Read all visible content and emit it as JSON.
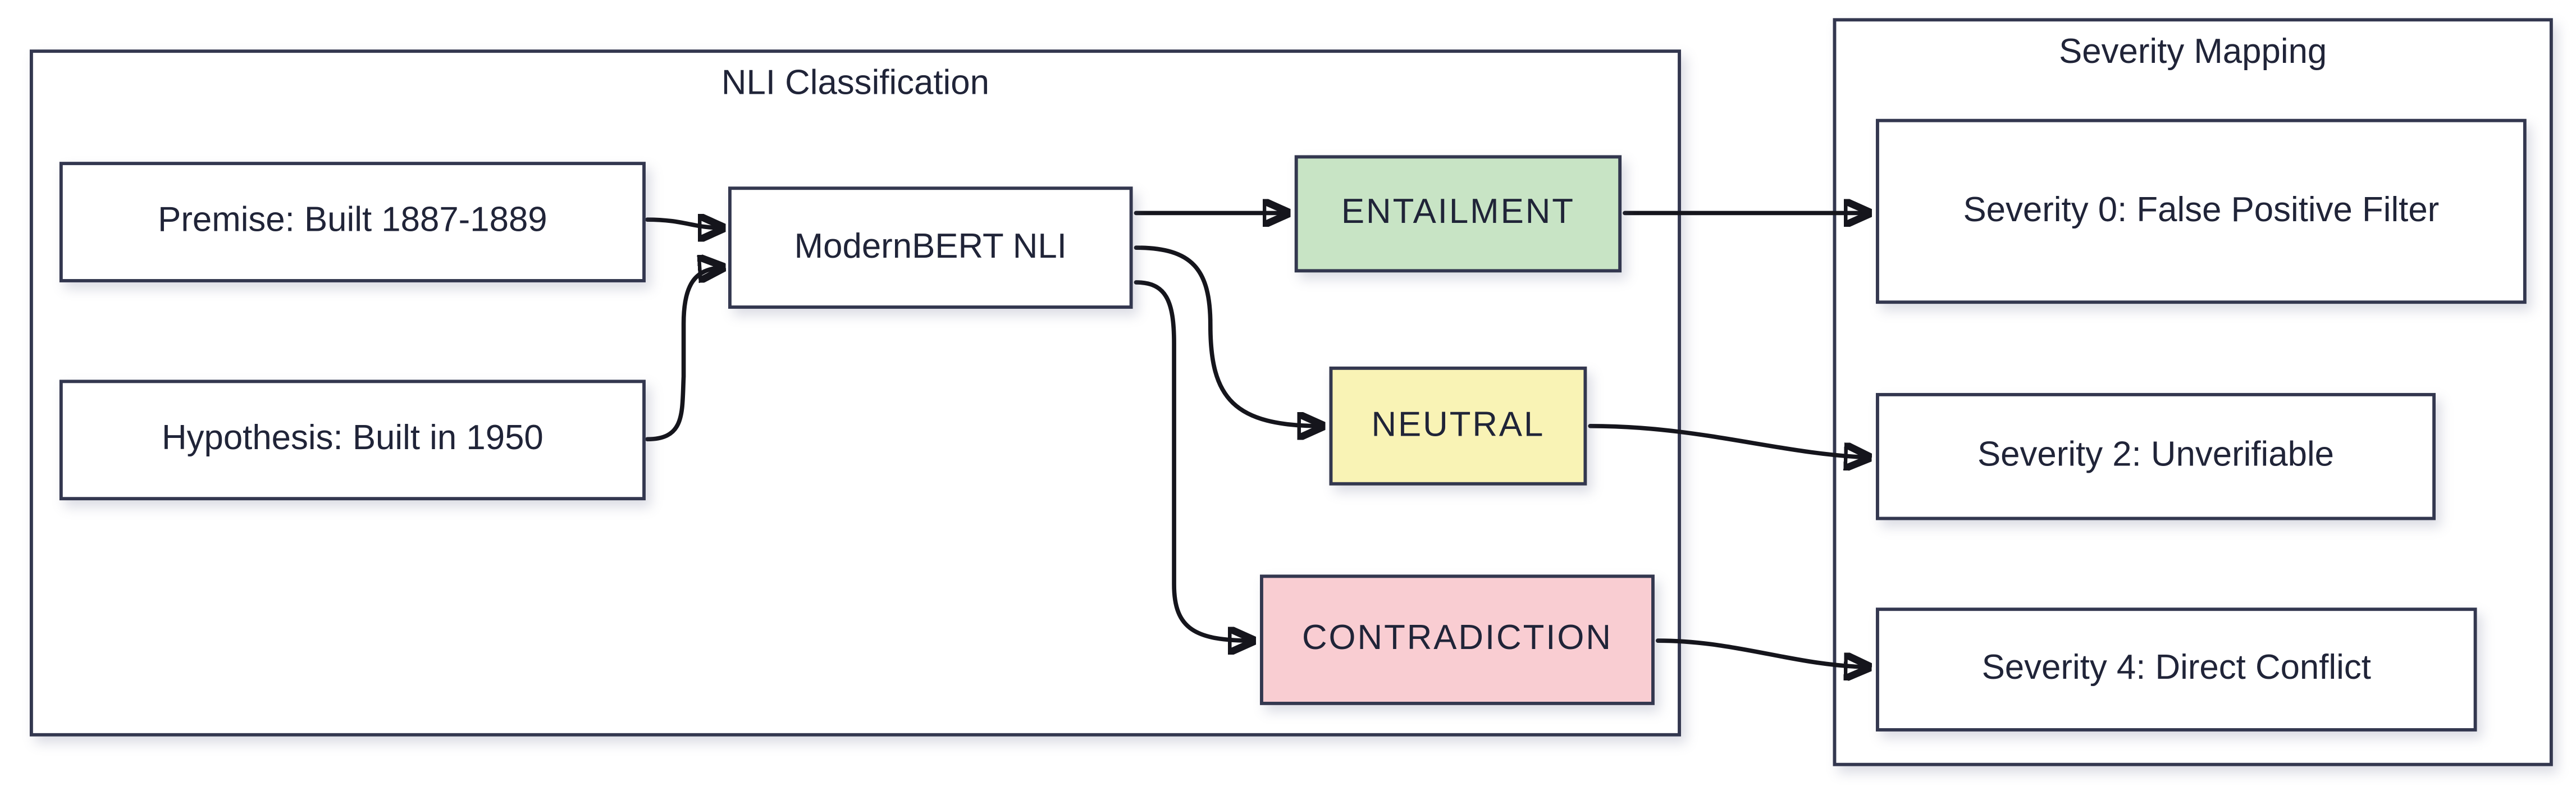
{
  "diagram": {
    "groups": [
      {
        "id": "nli",
        "title": "NLI Classification"
      },
      {
        "id": "severity",
        "title": "Severity Mapping"
      }
    ],
    "nodes": {
      "premise": {
        "label": "Premise: Built 1887-1889",
        "fill": "#ffffff"
      },
      "hypothesis": {
        "label": "Hypothesis: Built in 1950",
        "fill": "#ffffff"
      },
      "model": {
        "label": "ModernBERT NLI",
        "fill": "#ffffff"
      },
      "entailment": {
        "label": "ENTAILMENT",
        "fill": "#c8e4c5"
      },
      "neutral": {
        "label": "NEUTRAL",
        "fill": "#f9f3b5"
      },
      "contradiction": {
        "label": "CONTRADICTION",
        "fill": "#f9cdd2"
      },
      "severity0": {
        "label": "Severity 0: False Positive Filter",
        "fill": "#ffffff"
      },
      "severity2": {
        "label": "Severity 2: Unverifiable",
        "fill": "#ffffff"
      },
      "severity4": {
        "label": "Severity 4: Direct Conflict",
        "fill": "#ffffff"
      }
    },
    "edges": [
      {
        "from": "premise",
        "to": "model"
      },
      {
        "from": "hypothesis",
        "to": "model"
      },
      {
        "from": "model",
        "to": "entailment"
      },
      {
        "from": "model",
        "to": "neutral"
      },
      {
        "from": "model",
        "to": "contradiction"
      },
      {
        "from": "entailment",
        "to": "severity0"
      },
      {
        "from": "neutral",
        "to": "severity2"
      },
      {
        "from": "contradiction",
        "to": "severity4"
      }
    ],
    "colors": {
      "border": "#33374f",
      "text": "#202438",
      "arrow": "#15151c",
      "background": "#ffffff",
      "entailment_fill": "#c8e4c5",
      "neutral_fill": "#f9f3b5",
      "contradiction_fill": "#f9cdd2"
    }
  }
}
